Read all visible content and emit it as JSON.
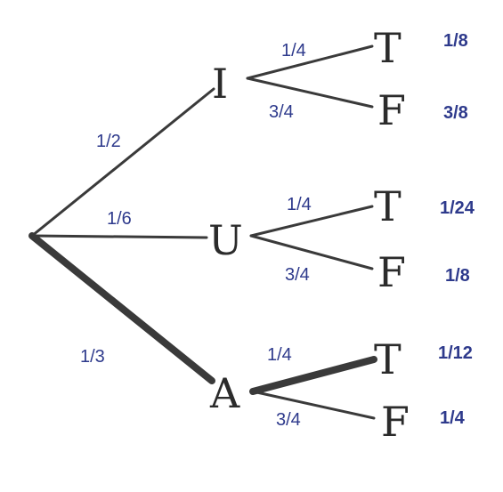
{
  "colors": {
    "probability_text": "#2e3a8c",
    "branch_line": "#3a3a3a",
    "node_text": "#2b2b2b"
  },
  "tree": {
    "first_level": [
      {
        "node": "I",
        "probability": "1/2",
        "outcomes": [
          {
            "node": "T",
            "probability": "1/4",
            "result": "1/8"
          },
          {
            "node": "F",
            "probability": "3/4",
            "result": "3/8"
          }
        ]
      },
      {
        "node": "U",
        "probability": "1/6",
        "outcomes": [
          {
            "node": "T",
            "probability": "1/4",
            "result": "1/24"
          },
          {
            "node": "F",
            "probability": "3/4",
            "result": "1/8"
          }
        ]
      },
      {
        "node": "A",
        "probability": "1/3",
        "outcomes": [
          {
            "node": "T",
            "probability": "1/4",
            "result": "1/12"
          },
          {
            "node": "F",
            "probability": "3/4",
            "result": "1/4"
          }
        ]
      }
    ]
  }
}
